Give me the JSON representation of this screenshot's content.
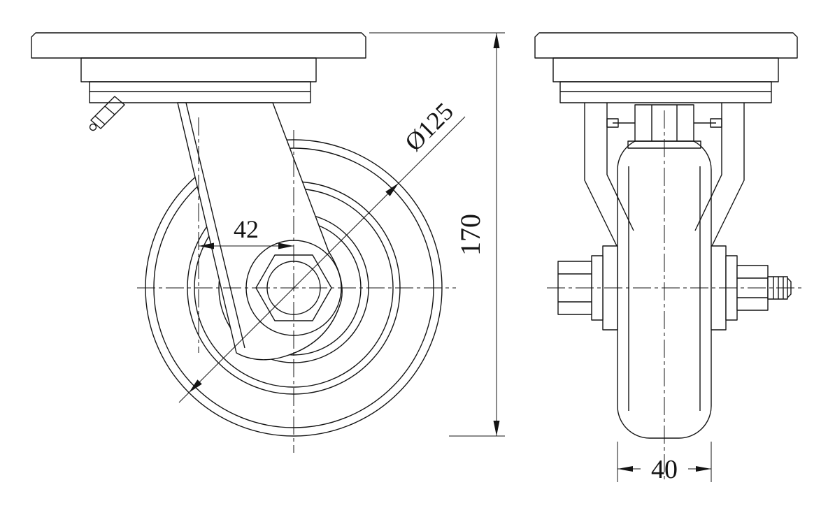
{
  "colors": {
    "line": "#141414",
    "background": "#ffffff"
  },
  "front_view": {
    "swivel_offset_label": "42",
    "wheel_diameter_label": "Ø125",
    "overall_height_label": "170"
  },
  "side_view": {
    "wheel_width_label": "40"
  }
}
